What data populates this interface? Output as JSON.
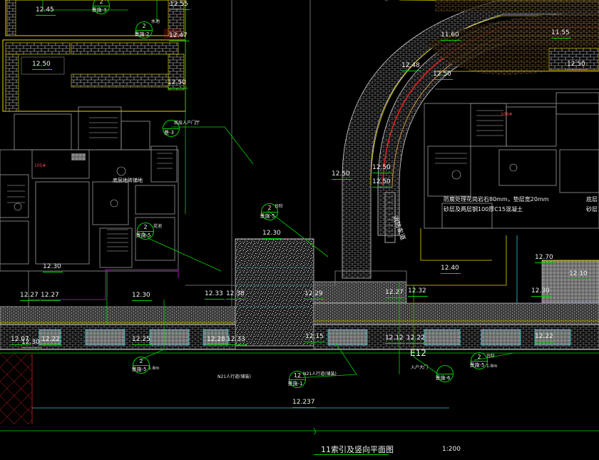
{
  "title": {
    "name": "11索引及竖向平面图",
    "scale": "1:200"
  },
  "section_label": "E12",
  "elevations": [
    "12.45",
    "12.55",
    "12.47",
    "12.50",
    "12.50",
    "11.60",
    "11.55",
    "12.48",
    "12.50",
    "12.50",
    "12.50",
    "12.50",
    "12.50",
    "12.30",
    "12.30",
    "12.40",
    "12.70",
    "12.10",
    "12.30",
    "12.27",
    "12.27",
    "12.30",
    "12.33",
    "12.38",
    "12.29",
    "12.27",
    "12.32",
    "12.30",
    "12.07",
    "12.22",
    "12.25",
    "12.28",
    "12.33",
    "12.15",
    "12.12",
    "12.22",
    "12.22",
    "12.237"
  ],
  "callouts": [
    {
      "num": "2",
      "ref": "景施-3"
    },
    {
      "num": "2",
      "ref": "景施-2"
    },
    {
      "num": "",
      "ref": "景-3"
    },
    {
      "num": "2",
      "ref": "景施-5"
    },
    {
      "num": "2",
      "ref": "景施-5"
    },
    {
      "num": "2",
      "ref": "景施-5"
    },
    {
      "num": "12",
      "ref": "景施-1"
    },
    {
      "num": "",
      "ref": "景施-6"
    },
    {
      "num": "2",
      "ref": "景施-5"
    }
  ],
  "notes": {
    "red_left": "105#",
    "red_right": "106#",
    "note_left": "底层地砖铺地",
    "note_right_1": "防腐处理花岗岩石80mm，垫层宽20mm",
    "note_right_2": "砂层及两层钢100厚C15混凝土",
    "note_far_right_1": "底层",
    "note_far_right_2": "砂层",
    "vertical_note": "消防车道",
    "road_left": "N21人行道(铺装)",
    "road_right": "N21人行道(铺装)",
    "entry_note": "入户大门",
    "leader_small_1": "水池",
    "leader_small_2": "台阶",
    "leader_small_3": "花池",
    "leader_small_4": "台阶",
    "leader_small_5": "1.8m",
    "leader_small_6": "1.8m",
    "leader_small_7": "底层入户门厅"
  },
  "colors": {
    "background": "#000000",
    "green_line": "#00d000",
    "magenta": "#b000c8",
    "yellow": "#e8d800",
    "red": "#e02020",
    "white": "#f0f0f0",
    "cyan": "#30c8d8",
    "gray": "#8a8a8a",
    "orange": "#c89040"
  }
}
